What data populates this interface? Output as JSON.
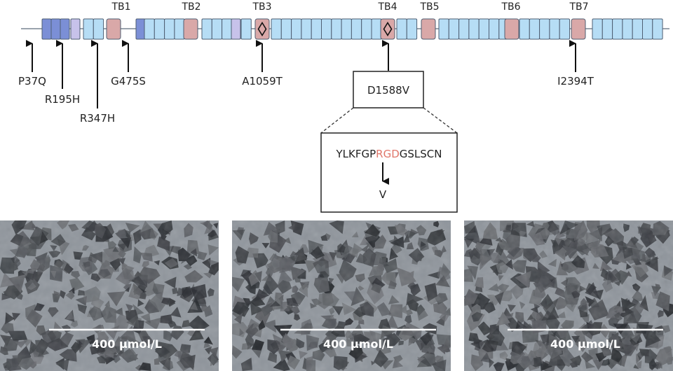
{
  "domain_labels": [
    "TB1",
    "TB2",
    "TB3",
    "TB4",
    "TB5",
    "TB6",
    "TB7"
  ],
  "mutations": [
    "P37Q",
    "R195H",
    "R347H",
    "G475S",
    "A1059T",
    "D1588V",
    "I2394T"
  ],
  "sequence": {
    "before": "YLKFGP",
    "highlight": "RGD",
    "after": "GSLSCN",
    "substitution": "V"
  },
  "panels": [
    {
      "scale_label": "400 µmol/L"
    },
    {
      "scale_label": "400 µmol/L"
    },
    {
      "scale_label": "400 µmol/L"
    }
  ],
  "colors": {
    "egf_like": "#b6ddf5",
    "tb_domain": "#d9a8a8",
    "hybrid": "#7b8fd6",
    "eight_cys": "#c7c2ea",
    "outline": "#4f5f73",
    "rgd": "#e0766a",
    "substitution": "#b02a3a",
    "micro_bg": "#8f959c"
  }
}
